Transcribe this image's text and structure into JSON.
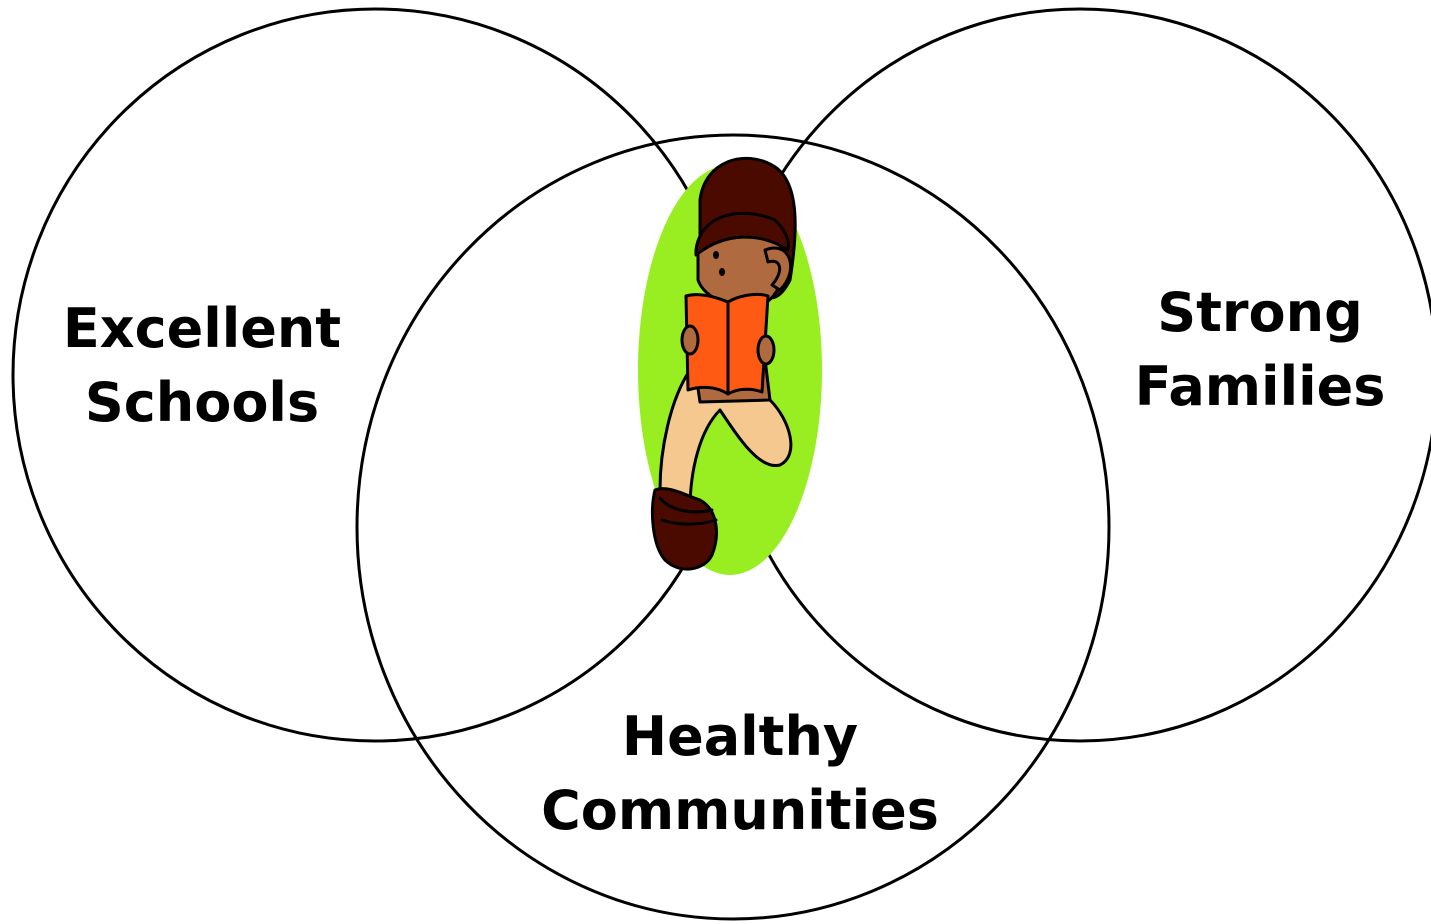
{
  "diagram": {
    "circles": [
      {
        "id": "schools",
        "label_lines": [
          "Excellent",
          "Schools"
        ]
      },
      {
        "id": "families",
        "label_lines": [
          "Strong",
          "Families"
        ]
      },
      {
        "id": "communities",
        "label_lines": [
          "Healthy",
          "Communities"
        ]
      }
    ],
    "center_image": "child-reading-clipart",
    "colors": {
      "stroke": "#000000",
      "center_highlight": "#99ee22",
      "book": "#ff5a14",
      "hair": "#4a0a00",
      "skin": "#b06a40",
      "pants": "#f5c890",
      "shoes": "#4a0a00"
    }
  }
}
